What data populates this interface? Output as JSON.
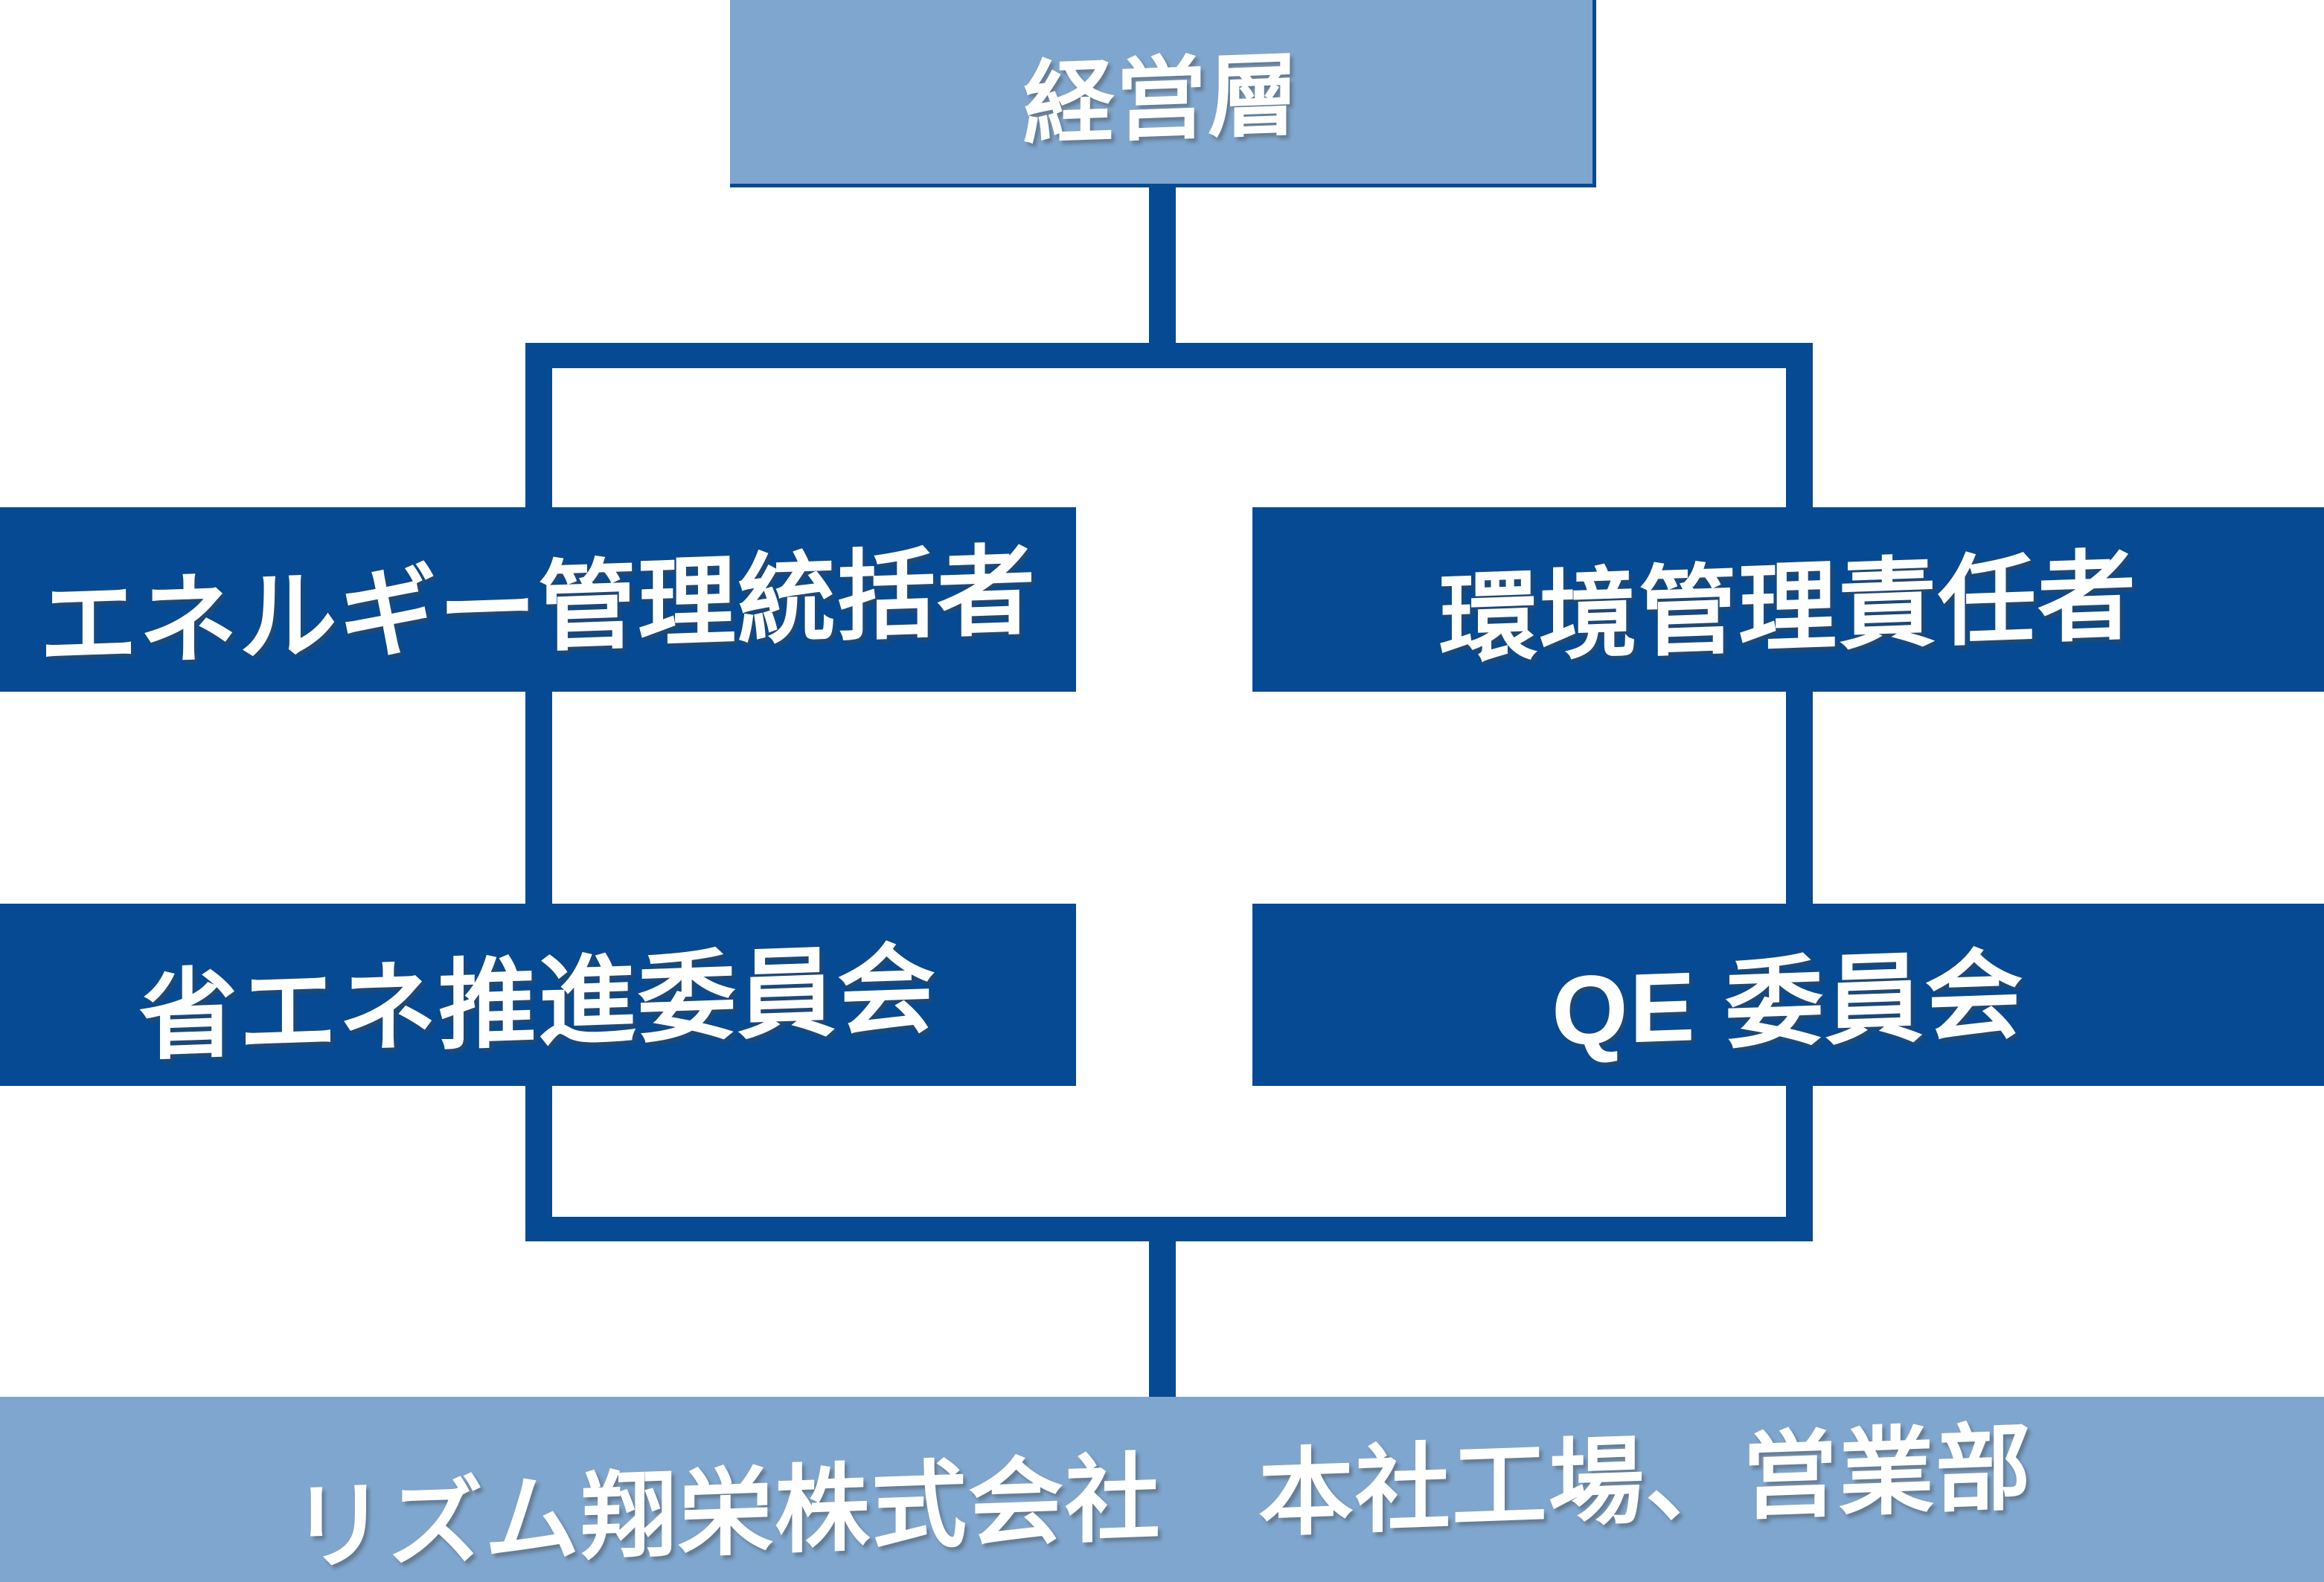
{
  "colors": {
    "dark_blue": "#064A93",
    "light_blue": "#7FA6CE",
    "label_text": "#FFFFFF"
  },
  "org_chart": {
    "nodes": {
      "management": {
        "label": "経営層"
      },
      "energy_supervisor": {
        "label": "エネルギー管理統括者"
      },
      "env_manager": {
        "label": "環境管理責任者"
      },
      "energy_committee": {
        "label": "省エネ推進委員会"
      },
      "qe_committee": {
        "label": "QE 委員会"
      },
      "company": {
        "label": "リズム翔栄株式会社　本社工場、営業部"
      }
    }
  }
}
